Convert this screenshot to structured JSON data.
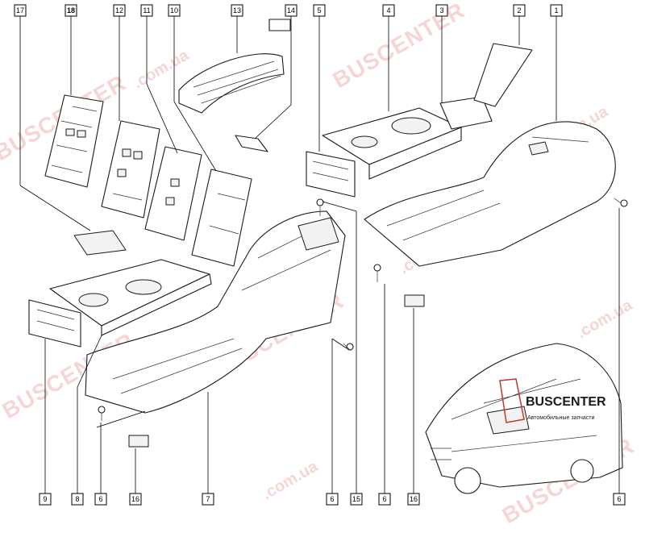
{
  "callouts": [
    {
      "label": "17"
    },
    {
      "label": "18"
    },
    {
      "label": "12"
    },
    {
      "label": "11"
    },
    {
      "label": "10"
    },
    {
      "label": "13"
    },
    {
      "label": "14"
    },
    {
      "label": "5"
    },
    {
      "label": "4"
    },
    {
      "label": "3"
    },
    {
      "label": "2"
    },
    {
      "label": "1"
    },
    {
      "label": "9"
    },
    {
      "label": "8"
    },
    {
      "label": "6"
    },
    {
      "label": "16"
    },
    {
      "label": "7"
    },
    {
      "label": "6"
    },
    {
      "label": "15"
    },
    {
      "label": "6"
    },
    {
      "label": "16"
    },
    {
      "label": "6"
    }
  ],
  "watermark": {
    "brand": "BUSCENTER",
    "domain": ".com.ua"
  },
  "logo": {
    "name": "BUSCENTER",
    "tagline": "Автомобильные запчасти",
    "colors": {
      "text": "#1a1a1a",
      "accent": "#c0392b"
    }
  }
}
